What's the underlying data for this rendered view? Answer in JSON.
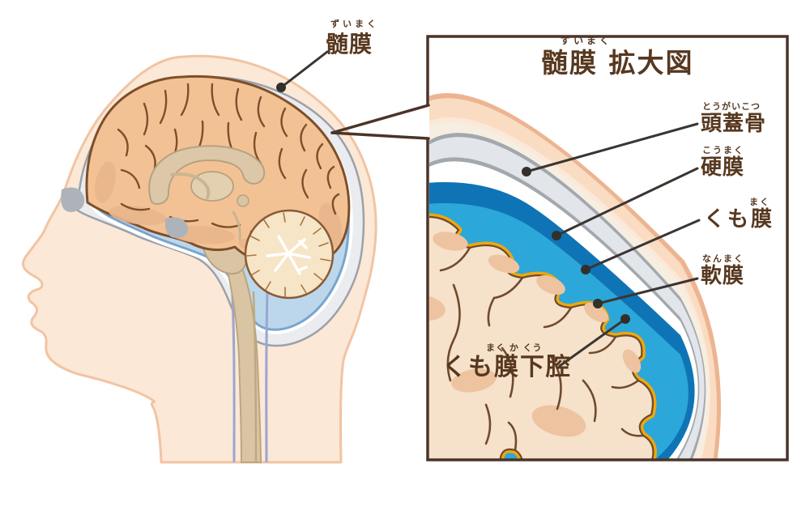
{
  "diagram": {
    "head_label": {
      "text": "髄膜",
      "furigana": "ずいまく"
    },
    "panel": {
      "title": {
        "text": "髄膜 拡大図",
        "furigana": "ずいまく"
      },
      "labels": {
        "skull": {
          "text": "頭蓋骨",
          "furigana": "とうがいこつ"
        },
        "dura": {
          "text": "硬膜",
          "furigana": "こうまく"
        },
        "arachnoid": {
          "text": "くも膜",
          "furigana": "まく"
        },
        "pia": {
          "text": "軟膜",
          "furigana": "なんまく"
        },
        "subarachnoid": {
          "text": "くも膜下腔",
          "furigana": "まく か くう"
        }
      }
    },
    "colors": {
      "label_text": "#57381f",
      "leader_line": "#3a3531",
      "panel_border": "#4a3428",
      "skin": "#fce8d6",
      "skin_outline": "#f1c4a3",
      "scalp_band": "#f9dcc2",
      "skull_gray": "#e2e5e9",
      "gray_line": "#a3a8ae",
      "dura_blue": "#0f74b5",
      "csf_cyan": "#2ba7da",
      "pia_yellow": "#f0a70b",
      "brain_left": "#f3c294",
      "brain_panel": "#f6e1ca",
      "brain_outline": "#6f4a2e",
      "meninges_band": "#bcd7ec",
      "tan": "#d9c5a4"
    }
  }
}
